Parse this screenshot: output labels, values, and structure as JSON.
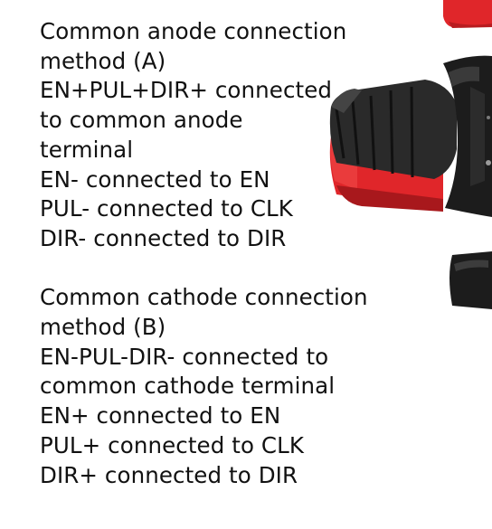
{
  "section_a": {
    "lines": [
      "Common anode connection",
      "method (A)",
      "EN+PUL+DIR+ connected",
      "to common anode",
      "terminal",
      "EN- connected to EN",
      "PUL- connected to CLK",
      "DIR- connected to DIR"
    ]
  },
  "section_b": {
    "lines": [
      "Common cathode connection",
      "method (B)",
      "EN-PUL-DIR- connected to",
      "common cathode terminal",
      "EN+ connected to EN",
      "PUL+ connected to CLK",
      "DIR+ connected to DIR"
    ]
  },
  "colors": {
    "text": "#111111",
    "knob_red": "#e0262a",
    "knob_black": "#1c1c1c"
  }
}
